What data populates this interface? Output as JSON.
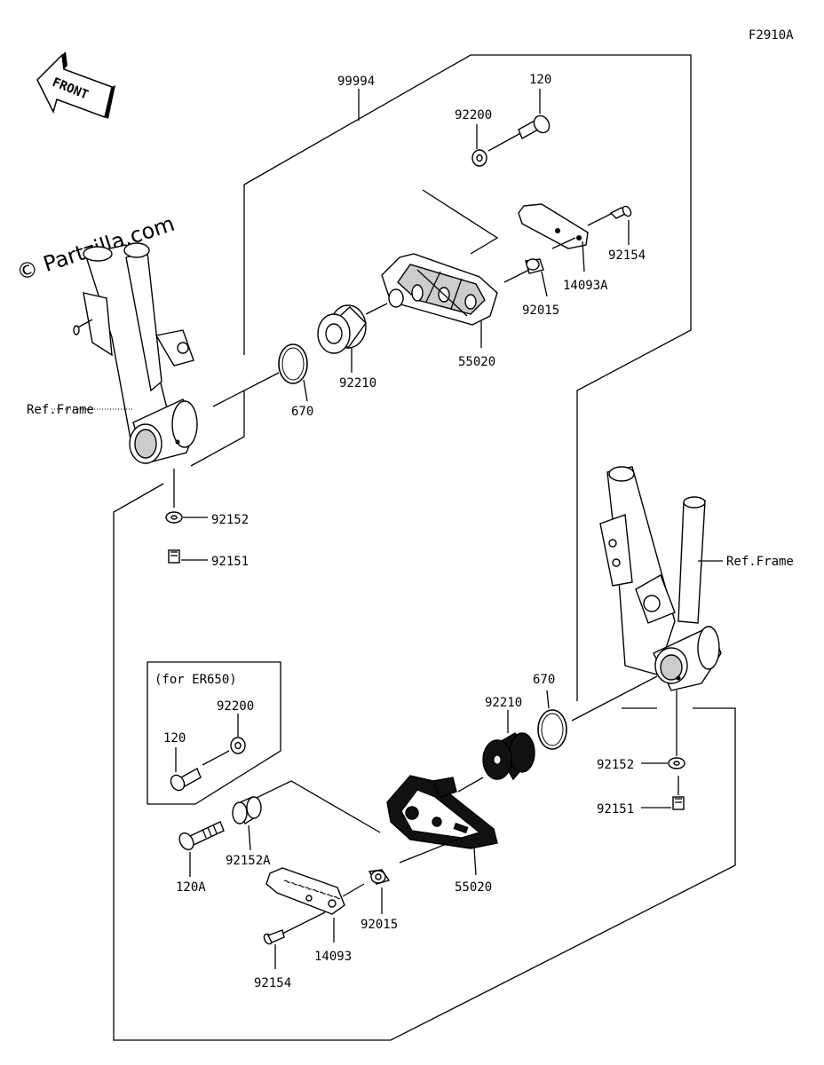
{
  "figure_code": "F2910A",
  "watermark": "© Partzilla.com",
  "front_arrow_label": "FRONT",
  "variant_note": "(for ER650)",
  "labels": {
    "p99994": "99994",
    "p120_top": "120",
    "p92200_top": "92200",
    "p92154_top": "92154",
    "p14093A": "14093A",
    "p92015_top": "92015",
    "p55020_top": "55020",
    "p92210_top": "92210",
    "p670_top": "670",
    "ref_frame_left": "Ref.Frame",
    "p92152_left": "92152",
    "p92151_left": "92151",
    "ref_frame_right": "Ref.Frame",
    "p670_bot": "670",
    "p92210_bot": "92210",
    "p92200_bot": "92200",
    "p120_bot": "120",
    "p92152_right": "92152",
    "p92151_right": "92151",
    "p92152A": "92152A",
    "p120A": "120A",
    "p55020_bot": "55020",
    "p92015_bot": "92015",
    "p14093": "14093",
    "p92154_bot": "92154"
  }
}
